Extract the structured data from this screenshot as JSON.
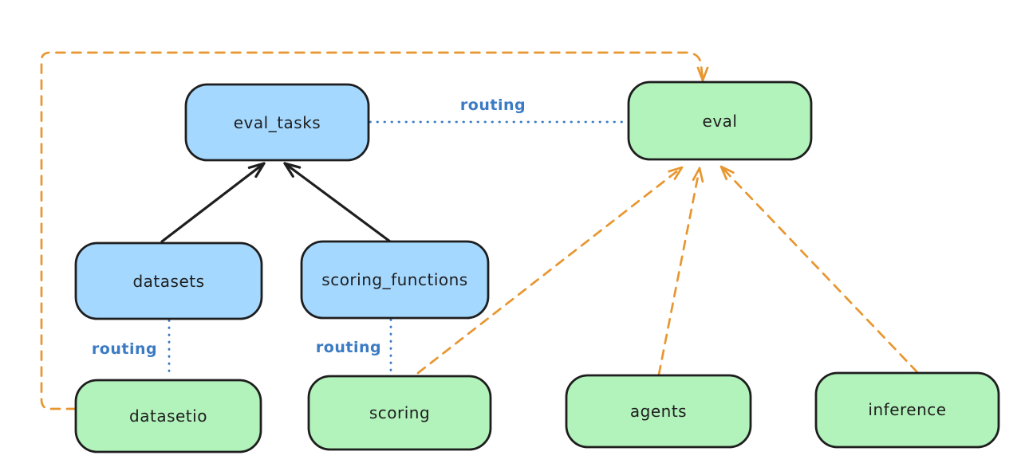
{
  "diagram": {
    "background": "#ffffff",
    "colors": {
      "registry_fill": "#a5d8ff",
      "provider_fill": "#b2f2bb",
      "outline": "#1e1e1e",
      "solid_arrow": "#1e1e1e",
      "routing_line": "#3b7bc4",
      "dependency_line": "#e8962f"
    },
    "nodes": {
      "eval_tasks": {
        "label": "eval_tasks"
      },
      "eval": {
        "label": "eval"
      },
      "datasets": {
        "label": "datasets"
      },
      "scoring_functions": {
        "label": "scoring_functions"
      },
      "datasetio": {
        "label": "datasetio"
      },
      "scoring": {
        "label": "scoring"
      },
      "agents": {
        "label": "agents"
      },
      "inference": {
        "label": "inference"
      }
    },
    "edges": {
      "eval_tasks_to_eval": {
        "label": "routing"
      },
      "datasets_to_datasetio": {
        "label": "routing"
      },
      "scoring_functions_to_scoring": {
        "label": "routing"
      }
    }
  }
}
